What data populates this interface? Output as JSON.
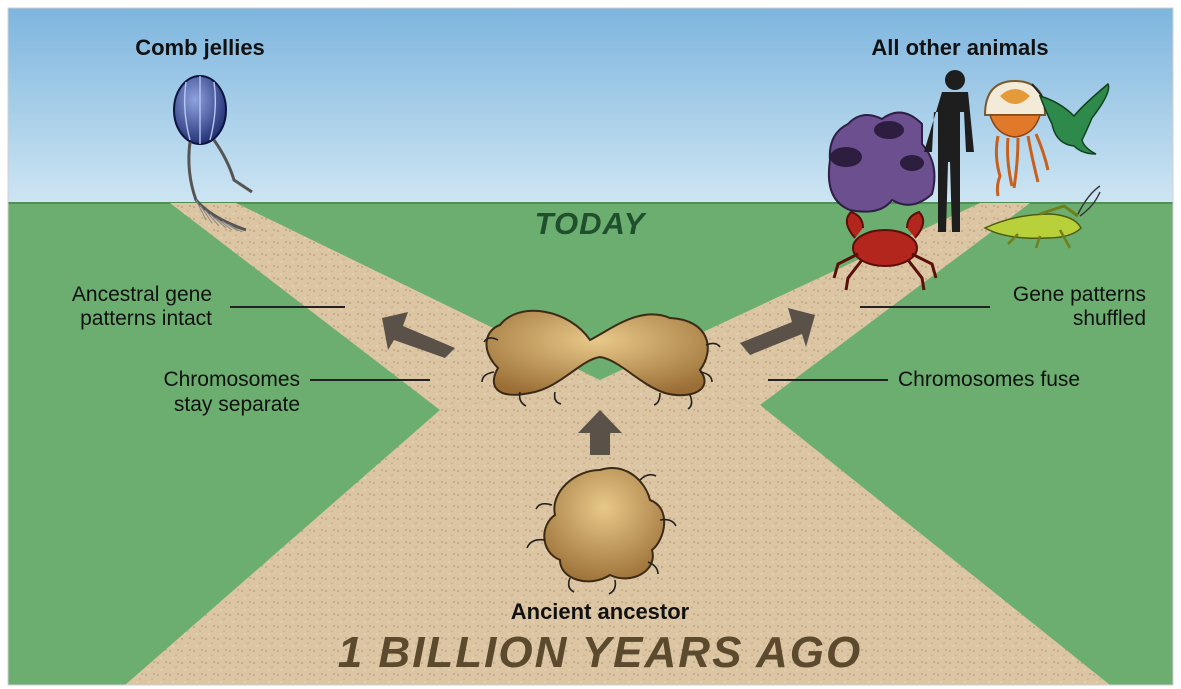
{
  "labels": {
    "comb_jellies": "Comb jellies",
    "all_other_animals": "All other animals",
    "today": "TODAY",
    "ancestral_line1": "Ancestral gene",
    "ancestral_line2": "patterns intact",
    "chromosomes_separate_line1": "Chromosomes",
    "chromosomes_separate_line2": "stay separate",
    "gene_shuffled_line1": "Gene patterns",
    "gene_shuffled_line2": "shuffled",
    "chromosomes_fuse": "Chromosomes fuse",
    "ancient_ancestor": "Ancient ancestor",
    "billion_years_ago": "1 BILLION YEARS AGO"
  },
  "colors": {
    "sky_top": "#7fb8e0",
    "sky_bottom": "#c9e3f2",
    "grass": "#6ab06e",
    "path": "#dcc6a4",
    "cell": "#b98f4f",
    "arrow": "#5a5048",
    "comb_jelly": "#2a3f8a",
    "sponge": "#6b4f8e",
    "crab": "#b3261e",
    "jellyfish": "#e07a2a",
    "hummingbird": "#2e8a4a",
    "grasshopper": "#b8d13a",
    "human": "#1e1e1e"
  }
}
